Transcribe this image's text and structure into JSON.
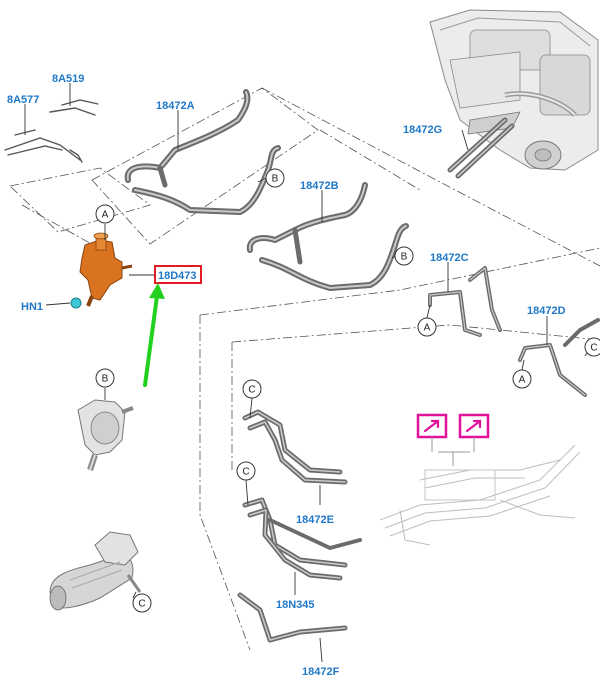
{
  "labels": {
    "p8A577": "8A577",
    "p8A519": "8A519",
    "p18472A": "18472A",
    "p18472B": "18472B",
    "p18472G": "18472G",
    "p18472C": "18472C",
    "p18472D": "18472D",
    "p18472E": "18472E",
    "p18N345": "18N345",
    "p18472F": "18472F",
    "p18D473": "18D473",
    "pHN1": "HN1"
  },
  "callouts": {
    "A": "A",
    "B": "B",
    "C": "C"
  },
  "colors": {
    "label": "#1f78c8",
    "highlight_box": "#e01b24",
    "arrow": "#22d11f",
    "pink_icon": "#e0129b",
    "valve": "#d9731f",
    "clip": "#3ec9d6",
    "hose": "#6b6b6b"
  },
  "icons": {
    "highlight_arrow": "green-arrow-icon",
    "external_link": "external-link-icon"
  }
}
